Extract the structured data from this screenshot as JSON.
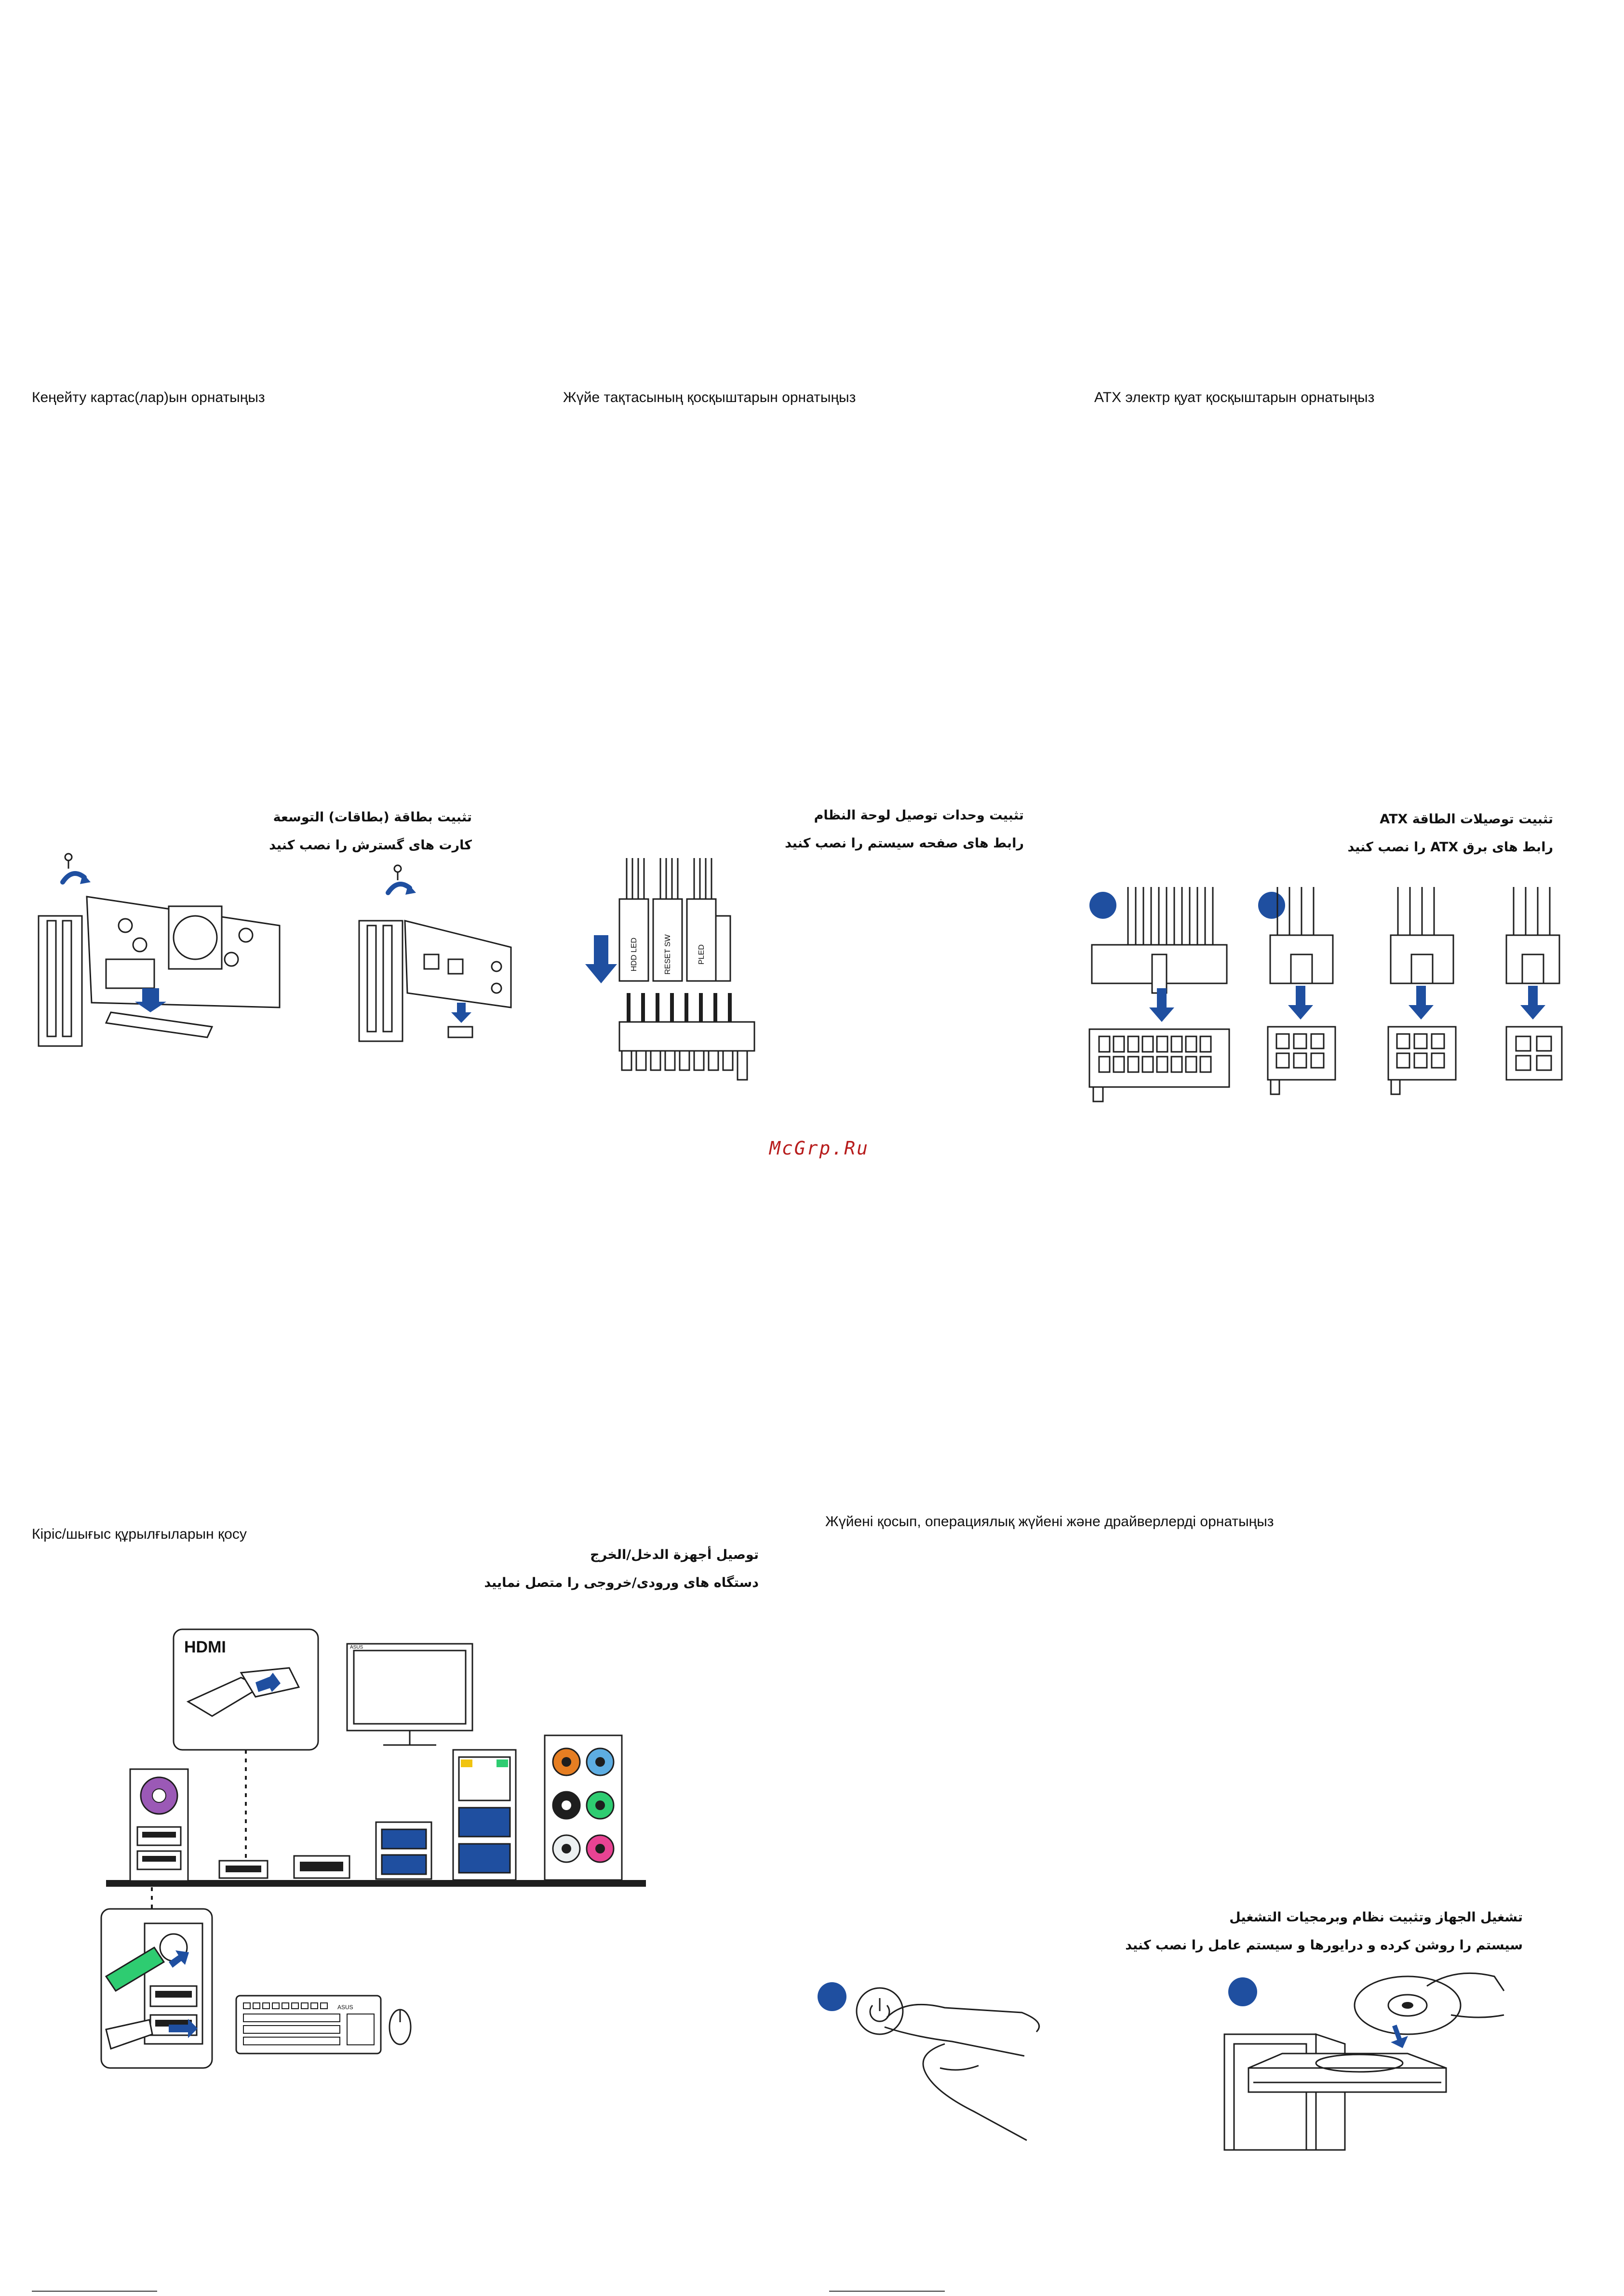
{
  "sections": {
    "expansion": {
      "title_kz": "Кеңейту картас(лар)ын орнатыңыз",
      "title_ar_1": "تثبيت بطاقة (بطاقات) التوسعة",
      "title_ar_2": "کارت های گسترش را نصب کنید"
    },
    "panel": {
      "title_kz": "Жүйе тақтасының қосқыштарын орнатыңыз",
      "title_ar_1": "تثبيت وحدات توصيل لوحة النظام",
      "title_ar_2": "رابط های صفحه سیستم را نصب کنید",
      "labels": [
        "HDD LED",
        "RESET SW",
        "PLED"
      ]
    },
    "atx": {
      "title_kz": "ATX электр қуат қосқыштарын орнатыңыз",
      "title_ar_1": "تثبيت توصيلات الطاقة ATX",
      "title_ar_2": "رابط های برق ATX را نصب کنید"
    },
    "io": {
      "title_kz": "Кіріс/шығыс құрылғыларын қосу",
      "title_ar_1": "توصيل أجهزة الدخل/الخرج",
      "title_ar_2": "دستگاه های ورودی/خروجی را متصل نمایید",
      "hdmi_label": "HDMI",
      "asus_label": "ASUS"
    },
    "power_on": {
      "title_kz": "Жүйені қосып, операциялық жүйені және драйверлерді орнатыңыз",
      "title_ar_1": "تشغيل الجهاز وتثبيت نظام وبرمجيات التشغيل",
      "title_ar_2": "سیستم را روشن کرده و درایورها و سیستم عامل را نصب کنید"
    }
  },
  "watermark": "McGrp.Ru",
  "colors": {
    "accent_blue": "#1f4fa0",
    "watermark_red": "#b71c1c"
  }
}
